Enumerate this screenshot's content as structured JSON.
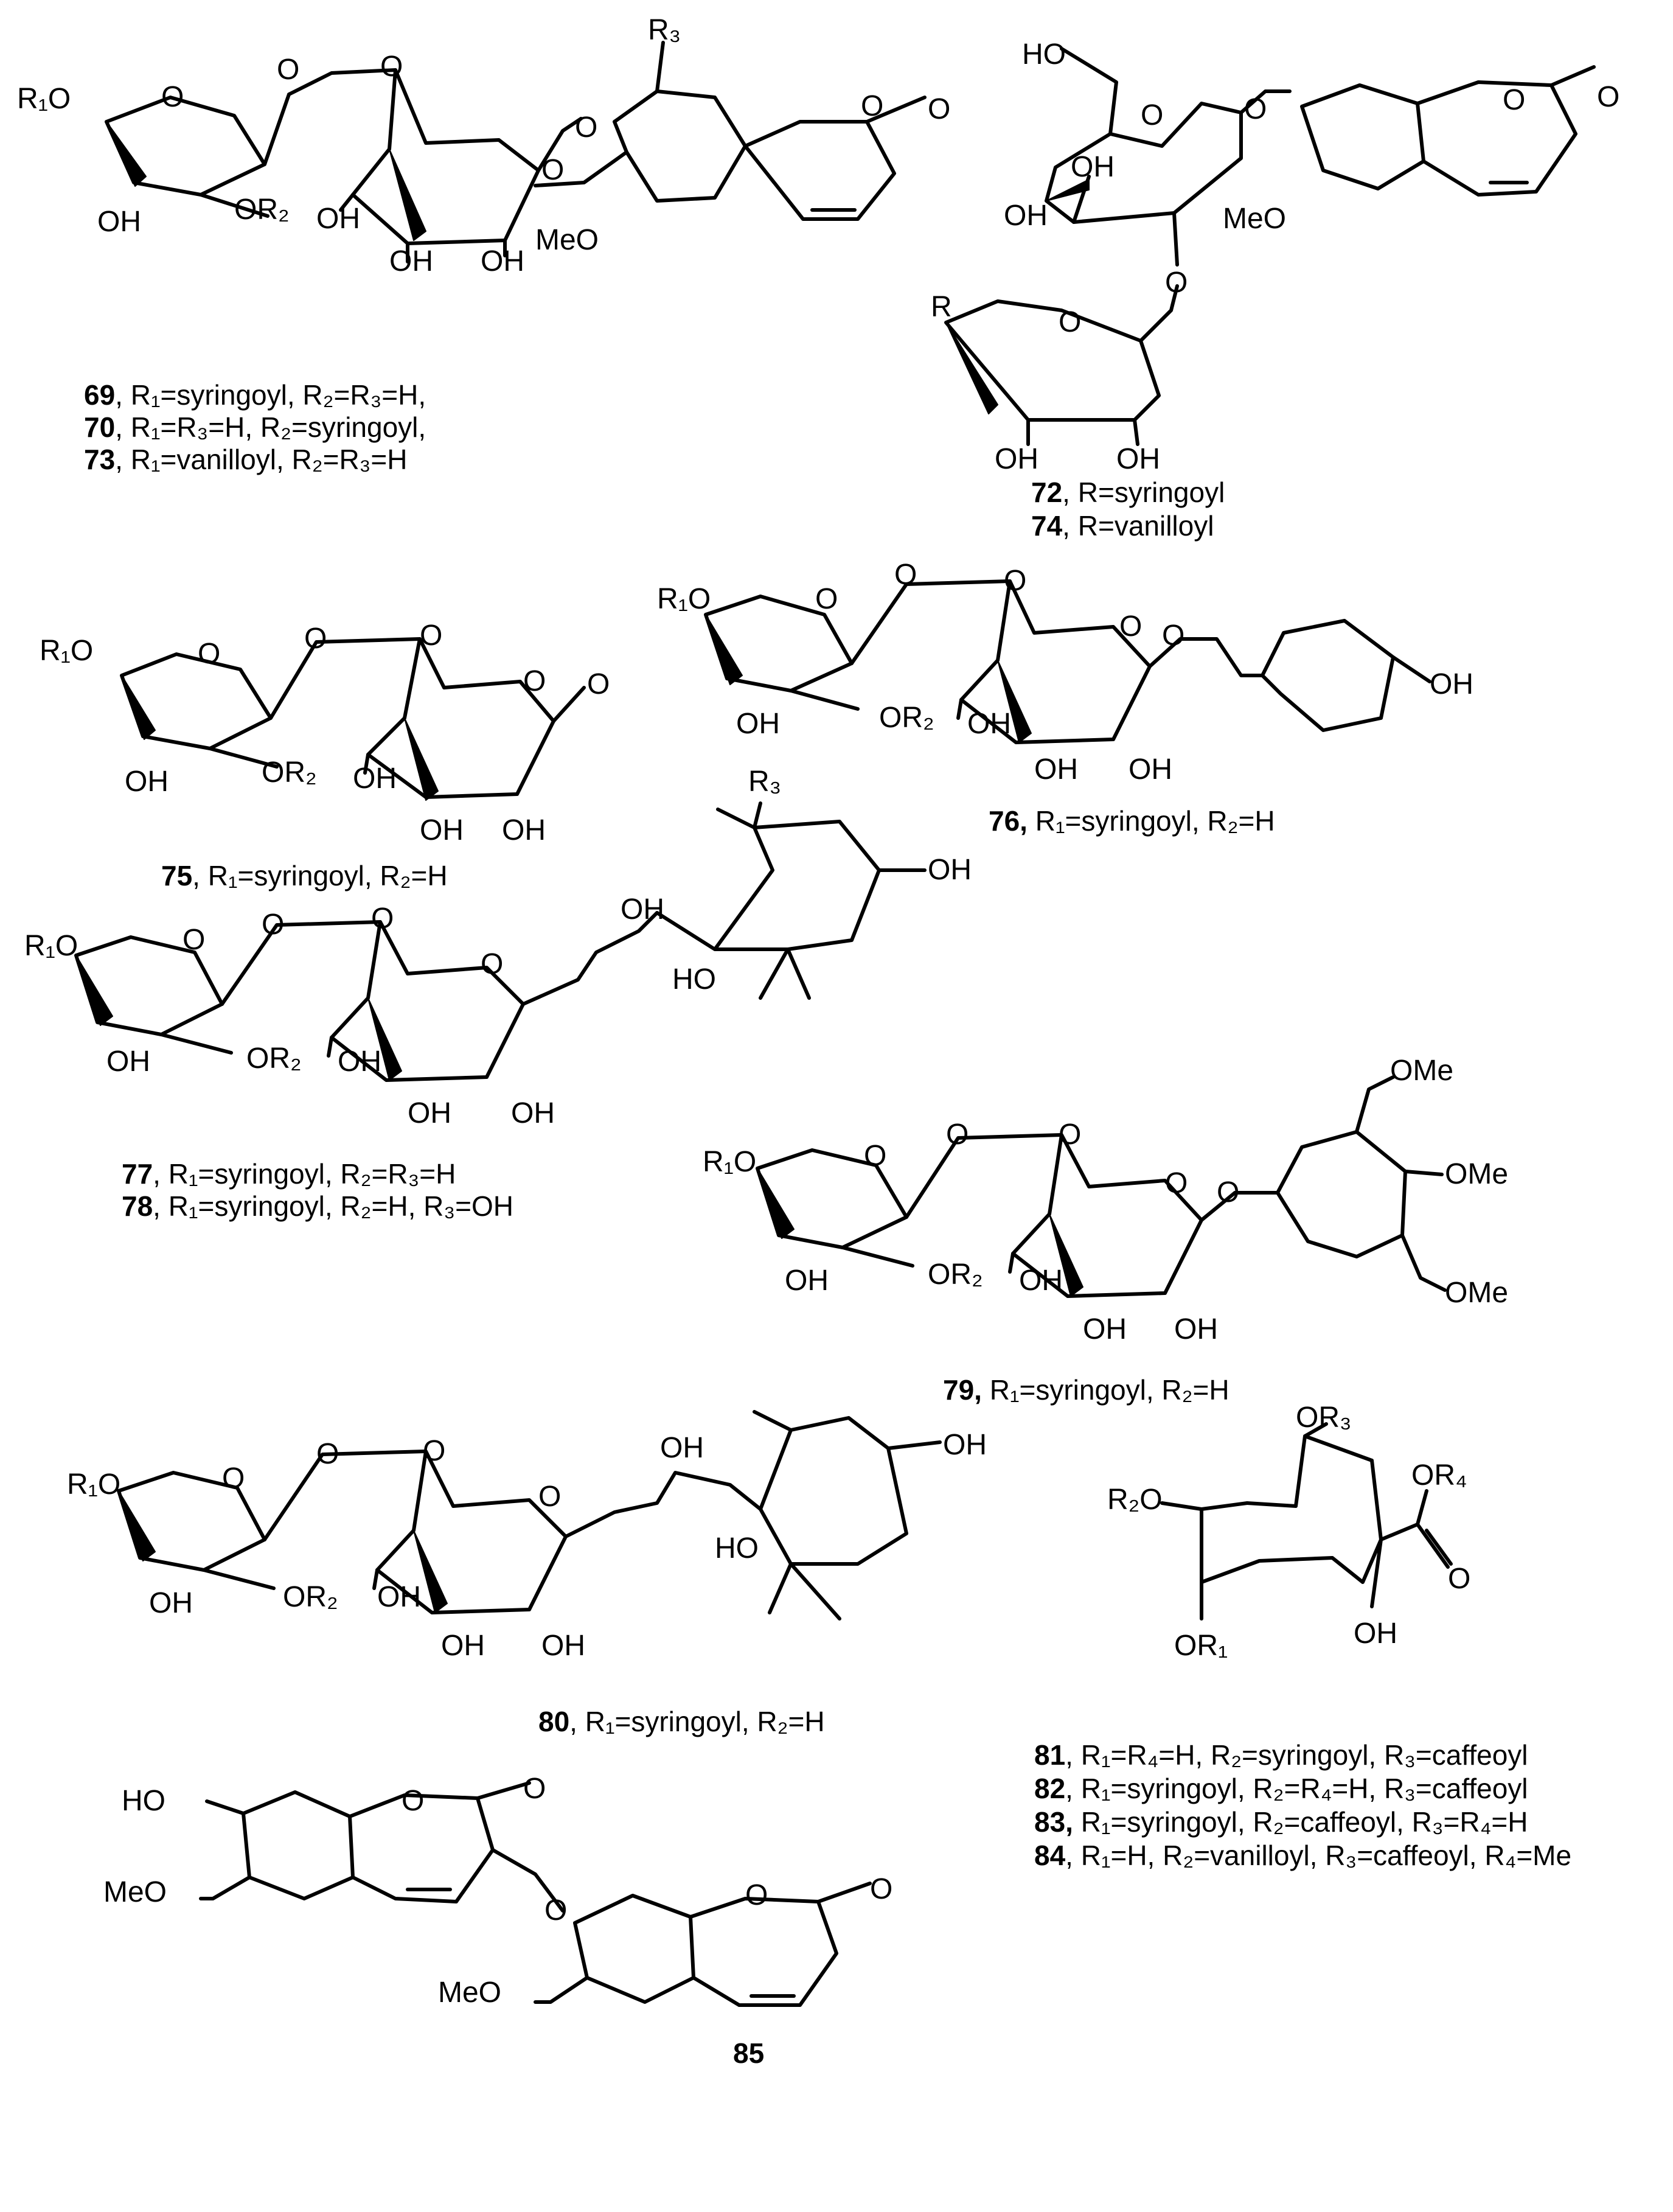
{
  "labels": {
    "R1O": "R₁O",
    "OR2": "OR₂",
    "OH": "OH",
    "O": "O",
    "HO": "HO",
    "MeO": "MeO",
    "OMe": "OMe",
    "R3": "R₃",
    "R": "R",
    "R2O": "R₂O",
    "OR3": "OR₃",
    "OR4": "OR₄",
    "OR1": "OR₁"
  },
  "captions": {
    "c69": {
      "num": "69",
      "text": ", R₁=syringoyl, R₂=R₃=H,"
    },
    "c70": {
      "num": "70",
      "text": ", R₁=R₃=H, R₂=syringoyl,"
    },
    "c73": {
      "num": "73",
      "text": ", R₁=vanilloyl, R₂=R₃=H"
    },
    "c72": {
      "num": "72",
      "text": ", R=syringoyl"
    },
    "c74": {
      "num": "74",
      "text": ", R=vanilloyl"
    },
    "c75": {
      "num": "75",
      "text": ", R₁=syringoyl, R₂=H"
    },
    "c76": {
      "num": "76,",
      "text": " R₁=syringoyl, R₂=H"
    },
    "c77": {
      "num": "77",
      "text": ", R₁=syringoyl, R₂=R₃=H"
    },
    "c78": {
      "num": "78",
      "text": ", R₁=syringoyl, R₂=H, R₃=OH"
    },
    "c79": {
      "num": "79,",
      "text": " R₁=syringoyl, R₂=H"
    },
    "c80": {
      "num": "80",
      "text": ", R₁=syringoyl, R₂=H"
    },
    "c81": {
      "num": "81",
      "text": ", R₁=R₄=H, R₂=syringoyl, R₃=caffeoyl"
    },
    "c82": {
      "num": "82",
      "text": ", R₁=syringoyl, R₂=R₄=H, R₃=caffeoyl"
    },
    "c83": {
      "num": "83,",
      "text": " R₁=syringoyl, R₂=caffeoyl, R₃=R₄=H"
    },
    "c84": {
      "num": "84",
      "text": ", R₁=H, R₂=vanilloyl, R₃=caffeoyl, R₄=Me"
    },
    "c85": {
      "num": "85",
      "text": ""
    }
  }
}
